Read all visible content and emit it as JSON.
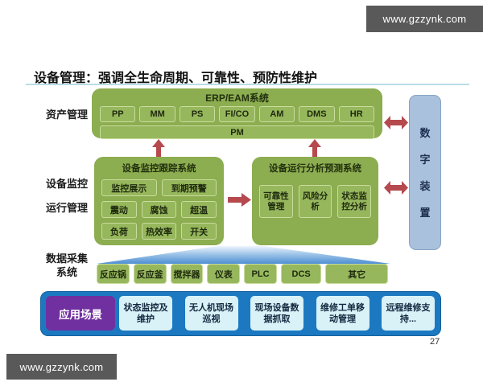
{
  "watermark": {
    "text": "www.gzzynk.com"
  },
  "title": "设备管理：强调全生命周期、可靠性、预防性维护",
  "page_number": "27",
  "colors": {
    "green_box": "#8cad50",
    "green_sub_box": "#97b75d",
    "red_arrow": "#b5494e",
    "digital_box": "#a9c1dd",
    "bottom_bar": "#1c79c1",
    "scenario_box": "#d8f2f8",
    "scenario_label_bg": "#7030a0",
    "trapezoid_blue": "#4e90d4",
    "watermark_bg": "#595959",
    "divider": "#b9dde8"
  },
  "rows": {
    "asset": {
      "label": "资产管理",
      "erp_title": "ERP/EAM系统",
      "modules": [
        "PP",
        "MM",
        "PS",
        "FI/CO",
        "AM",
        "DMS",
        "HR"
      ],
      "pm": "PM"
    },
    "monitor": {
      "label_line1": "设备监控",
      "label_line2": "运行管理",
      "tracking": {
        "title": "设备监控跟踪系统",
        "row1": [
          "监控展示",
          "到期预警"
        ],
        "row2": [
          "震动",
          "腐蚀",
          "超温"
        ],
        "row3": [
          "负荷",
          "热效率",
          "开关"
        ]
      },
      "analysis": {
        "title": "设备运行分析预测系统",
        "items": [
          "可靠性管理",
          "风险分析",
          "状态监控分析"
        ]
      }
    },
    "collection": {
      "label_line1": "数据采集",
      "label_line2": "系统",
      "devices": [
        "反应锅",
        "反应釜",
        "搅拌器",
        "仪表",
        "PLC",
        "DCS",
        "其它"
      ]
    },
    "scenarios": {
      "label": "应用场景",
      "items": [
        "状态监控及维护",
        "无人机现场巡视",
        "现场设备数据抓取",
        "维修工单移动管理",
        "远程维修支持..."
      ]
    }
  },
  "digital_device": {
    "text": "数字装置"
  }
}
